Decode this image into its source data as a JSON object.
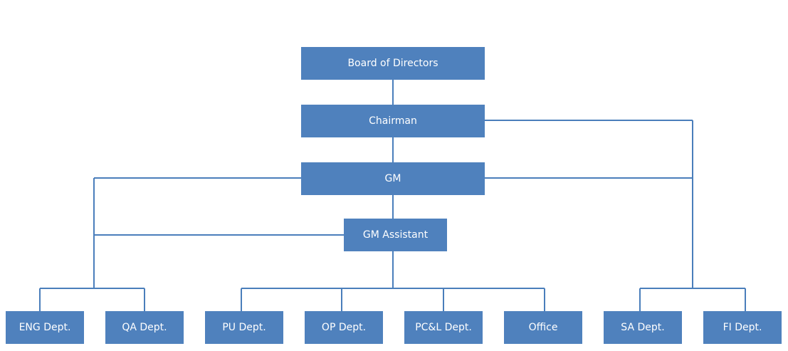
{
  "org_chart": {
    "board": "Board of Directors",
    "chairman": "Chairman",
    "gm": "GM",
    "gm_assistant": "GM Assistant",
    "departments": {
      "eng": "ENG Dept.",
      "qa": "QA Dept.",
      "pu": "PU Dept.",
      "op": "OP Dept.",
      "pcl": "PC&L Dept.",
      "office": "Office",
      "sa": "SA Dept.",
      "fi": "FI Dept."
    }
  },
  "colors": {
    "node_fill": "#4f81bd",
    "connector": "#4a7ebb",
    "node_text": "#ffffff"
  }
}
